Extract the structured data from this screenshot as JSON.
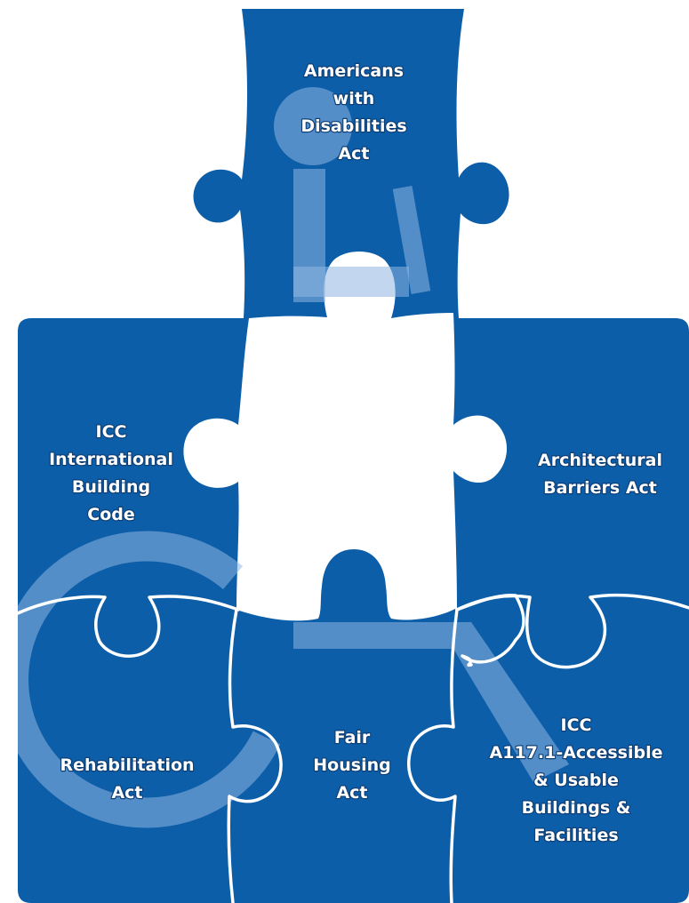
{
  "puzzle": {
    "pieces": [
      {
        "id": "ada",
        "lines": [
          "Americans",
          "with",
          "Disabilities",
          "Act"
        ]
      },
      {
        "id": "ibc",
        "lines": [
          "ICC",
          "International",
          "Building",
          "Code"
        ]
      },
      {
        "id": "aba",
        "lines": [
          "Architectural",
          "Barriers Act"
        ]
      },
      {
        "id": "rehab",
        "lines": [
          "Rehabilitation",
          "Act"
        ]
      },
      {
        "id": "fha",
        "lines": [
          "Fair",
          "Housing",
          "Act"
        ]
      },
      {
        "id": "a117",
        "lines": [
          "ICC",
          "A117.1-Accessible",
          "& Usable",
          "Buildings &",
          "Facilities"
        ]
      }
    ],
    "colors": {
      "piece_fill": "#0c5ea8",
      "seam": "#ffffff",
      "watermark": "#8fb7e2",
      "text": "#ffffff"
    },
    "watermark_icon": "wheelchair-accessibility-icon",
    "missing_piece": "center-blank-piece"
  }
}
